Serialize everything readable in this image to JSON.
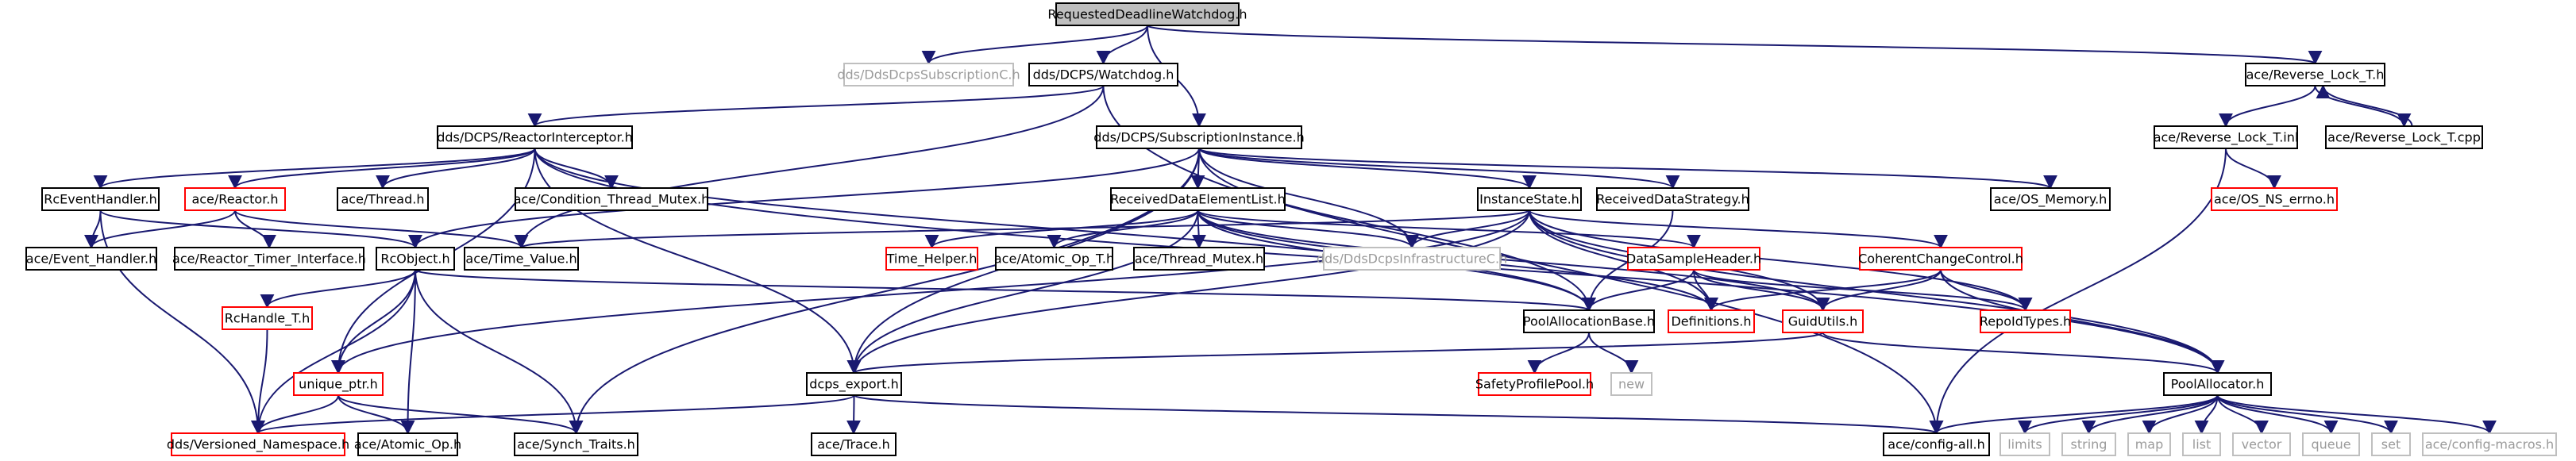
{
  "colors": {
    "edge": "#191970",
    "root_fill": "#bfbfbf",
    "red_border": "#ff0000",
    "gray_border": "#bfbfbf"
  },
  "nodes": [
    {
      "id": "root",
      "label": "RequestedDeadlineWatchdog.h",
      "style": "root"
    },
    {
      "id": "ddsdcpssubc",
      "label": "dds/DdsDcpsSubscriptionC.h",
      "style": "gray"
    },
    {
      "id": "watchdog",
      "label": "dds/DCPS/Watchdog.h",
      "style": "normal"
    },
    {
      "id": "revlock",
      "label": "ace/Reverse_Lock_T.h",
      "style": "normal"
    },
    {
      "id": "reactorint",
      "label": "dds/DCPS/ReactorInterceptor.h",
      "style": "normal"
    },
    {
      "id": "subinst",
      "label": "dds/DCPS/SubscriptionInstance.h",
      "style": "normal"
    },
    {
      "id": "revlockinl",
      "label": "ace/Reverse_Lock_T.inl",
      "style": "normal"
    },
    {
      "id": "revlockcpp",
      "label": "ace/Reverse_Lock_T.cpp",
      "style": "normal"
    },
    {
      "id": "rceventhandler",
      "label": "RcEventHandler.h",
      "style": "normal"
    },
    {
      "id": "reactor",
      "label": "ace/Reactor.h",
      "style": "red"
    },
    {
      "id": "thread",
      "label": "ace/Thread.h",
      "style": "normal"
    },
    {
      "id": "condmutex",
      "label": "ace/Condition_Thread_Mutex.h",
      "style": "normal"
    },
    {
      "id": "recvdataelem",
      "label": "ReceivedDataElementList.h",
      "style": "normal"
    },
    {
      "id": "instancestate",
      "label": "InstanceState.h",
      "style": "normal"
    },
    {
      "id": "recvdatastrat",
      "label": "ReceivedDataStrategy.h",
      "style": "normal"
    },
    {
      "id": "osmemory",
      "label": "ace/OS_Memory.h",
      "style": "normal"
    },
    {
      "id": "osnserrno",
      "label": "ace/OS_NS_errno.h",
      "style": "red"
    },
    {
      "id": "eventhandler",
      "label": "ace/Event_Handler.h",
      "style": "normal"
    },
    {
      "id": "reactortimer",
      "label": "ace/Reactor_Timer_Interface.h",
      "style": "normal"
    },
    {
      "id": "rcobject",
      "label": "RcObject.h",
      "style": "normal"
    },
    {
      "id": "timevalue",
      "label": "ace/Time_Value.h",
      "style": "normal"
    },
    {
      "id": "timehelper",
      "label": "Time_Helper.h",
      "style": "red"
    },
    {
      "id": "atomicopt",
      "label": "ace/Atomic_Op_T.h",
      "style": "normal"
    },
    {
      "id": "threadmutex",
      "label": "ace/Thread_Mutex.h",
      "style": "normal"
    },
    {
      "id": "ddsdcpsinfra",
      "label": "dds/DdsDcpsInfrastructureC.h",
      "style": "gray"
    },
    {
      "id": "datasample",
      "label": "DataSampleHeader.h",
      "style": "red"
    },
    {
      "id": "coherent",
      "label": "CoherentChangeControl.h",
      "style": "red"
    },
    {
      "id": "rchandle",
      "label": "RcHandle_T.h",
      "style": "red"
    },
    {
      "id": "definitions",
      "label": "Definitions.h",
      "style": "red"
    },
    {
      "id": "poolallocbase",
      "label": "PoolAllocationBase.h",
      "style": "normal"
    },
    {
      "id": "guidutils",
      "label": "GuidUtils.h",
      "style": "red"
    },
    {
      "id": "repoidtypes",
      "label": "RepoIdTypes.h",
      "style": "red"
    },
    {
      "id": "uniqueptr",
      "label": "unique_ptr.h",
      "style": "red"
    },
    {
      "id": "dcpsexport",
      "label": "dcps_export.h",
      "style": "normal"
    },
    {
      "id": "safetypool",
      "label": "SafetyProfilePool.h",
      "style": "red"
    },
    {
      "id": "new",
      "label": "new",
      "style": "gray"
    },
    {
      "id": "poolallocator",
      "label": "PoolAllocator.h",
      "style": "normal"
    },
    {
      "id": "versioned",
      "label": "dds/Versioned_Namespace.h",
      "style": "red"
    },
    {
      "id": "atomicop",
      "label": "ace/Atomic_Op.h",
      "style": "normal"
    },
    {
      "id": "synchtraits",
      "label": "ace/Synch_Traits.h",
      "style": "normal"
    },
    {
      "id": "trace",
      "label": "ace/Trace.h",
      "style": "normal"
    },
    {
      "id": "configall",
      "label": "ace/config-all.h",
      "style": "normal"
    },
    {
      "id": "limits",
      "label": "limits",
      "style": "gray"
    },
    {
      "id": "string",
      "label": "string",
      "style": "gray"
    },
    {
      "id": "map",
      "label": "map",
      "style": "gray"
    },
    {
      "id": "list",
      "label": "list",
      "style": "gray"
    },
    {
      "id": "vector",
      "label": "vector",
      "style": "gray"
    },
    {
      "id": "queue",
      "label": "queue",
      "style": "gray"
    },
    {
      "id": "set",
      "label": "set",
      "style": "gray"
    },
    {
      "id": "configmacros",
      "label": "ace/config-macros.h",
      "style": "gray"
    }
  ],
  "edges": [
    [
      "root",
      "ddsdcpssubc"
    ],
    [
      "root",
      "watchdog"
    ],
    [
      "root",
      "revlock"
    ],
    [
      "root",
      "subinst"
    ],
    [
      "watchdog",
      "reactorint"
    ],
    [
      "watchdog",
      "timevalue"
    ],
    [
      "watchdog",
      "configall"
    ],
    [
      "revlock",
      "revlockinl"
    ],
    [
      "revlock",
      "revlockcpp"
    ],
    [
      "revlockcpp",
      "revlock"
    ],
    [
      "revlockinl",
      "osnserrno"
    ],
    [
      "revlockinl",
      "configall"
    ],
    [
      "reactorint",
      "rceventhandler"
    ],
    [
      "reactorint",
      "reactor"
    ],
    [
      "reactorint",
      "thread"
    ],
    [
      "reactorint",
      "condmutex"
    ],
    [
      "reactorint",
      "uniqueptr"
    ],
    [
      "reactorint",
      "dcpsexport"
    ],
    [
      "reactorint",
      "poolallocbase"
    ],
    [
      "reactorint",
      "poolallocator"
    ],
    [
      "subinst",
      "recvdataelem"
    ],
    [
      "subinst",
      "instancestate"
    ],
    [
      "subinst",
      "recvdatastrat"
    ],
    [
      "subinst",
      "osmemory"
    ],
    [
      "subinst",
      "rcobject"
    ],
    [
      "subinst",
      "ddsdcpsinfra"
    ],
    [
      "subinst",
      "dcpsexport"
    ],
    [
      "subinst",
      "synchtraits"
    ],
    [
      "subinst",
      "poolallocbase"
    ],
    [
      "rceventhandler",
      "eventhandler"
    ],
    [
      "rceventhandler",
      "rcobject"
    ],
    [
      "rceventhandler",
      "versioned"
    ],
    [
      "reactor",
      "eventhandler"
    ],
    [
      "reactor",
      "reactortimer"
    ],
    [
      "reactor",
      "timevalue"
    ],
    [
      "recvdataelem",
      "timehelper"
    ],
    [
      "recvdataelem",
      "atomicopt"
    ],
    [
      "recvdataelem",
      "threadmutex"
    ],
    [
      "recvdataelem",
      "ddsdcpsinfra"
    ],
    [
      "recvdataelem",
      "datasample"
    ],
    [
      "recvdataelem",
      "definitions"
    ],
    [
      "recvdataelem",
      "guidutils"
    ],
    [
      "recvdataelem",
      "dcpsexport"
    ],
    [
      "recvdataelem",
      "poolallocbase"
    ],
    [
      "instancestate",
      "timevalue"
    ],
    [
      "instancestate",
      "ddsdcpsinfra"
    ],
    [
      "instancestate",
      "definitions"
    ],
    [
      "instancestate",
      "guidutils"
    ],
    [
      "instancestate",
      "dcpsexport"
    ],
    [
      "instancestate",
      "uniqueptr"
    ],
    [
      "instancestate",
      "coherent"
    ],
    [
      "instancestate",
      "repoidtypes"
    ],
    [
      "instancestate",
      "poolallocator"
    ],
    [
      "recvdatastrat",
      "poolallocbase"
    ],
    [
      "rcobject",
      "rchandle"
    ],
    [
      "rcobject",
      "uniqueptr"
    ],
    [
      "rcobject",
      "atomicop"
    ],
    [
      "rcobject",
      "synchtraits"
    ],
    [
      "rcobject",
      "versioned"
    ],
    [
      "rcobject",
      "poolallocbase"
    ],
    [
      "datasample",
      "definitions"
    ],
    [
      "datasample",
      "guidutils"
    ],
    [
      "datasample",
      "repoidtypes"
    ],
    [
      "datasample",
      "poolallocbase"
    ],
    [
      "coherent",
      "definitions"
    ],
    [
      "coherent",
      "guidutils"
    ],
    [
      "coherent",
      "repoidtypes"
    ],
    [
      "coherent",
      "poolallocator"
    ],
    [
      "rchandle",
      "versioned"
    ],
    [
      "poolallocbase",
      "safetypool"
    ],
    [
      "poolallocbase",
      "new"
    ],
    [
      "guidutils",
      "dcpsexport"
    ],
    [
      "guidutils",
      "poolallocator"
    ],
    [
      "uniqueptr",
      "versioned"
    ],
    [
      "uniqueptr",
      "atomicop"
    ],
    [
      "uniqueptr",
      "synchtraits"
    ],
    [
      "dcpsexport",
      "trace"
    ],
    [
      "dcpsexport",
      "versioned"
    ],
    [
      "dcpsexport",
      "configall"
    ],
    [
      "poolallocator",
      "configall"
    ],
    [
      "poolallocator",
      "limits"
    ],
    [
      "poolallocator",
      "string"
    ],
    [
      "poolallocator",
      "map"
    ],
    [
      "poolallocator",
      "list"
    ],
    [
      "poolallocator",
      "vector"
    ],
    [
      "poolallocator",
      "queue"
    ],
    [
      "poolallocator",
      "set"
    ],
    [
      "poolallocator",
      "configmacros"
    ]
  ]
}
